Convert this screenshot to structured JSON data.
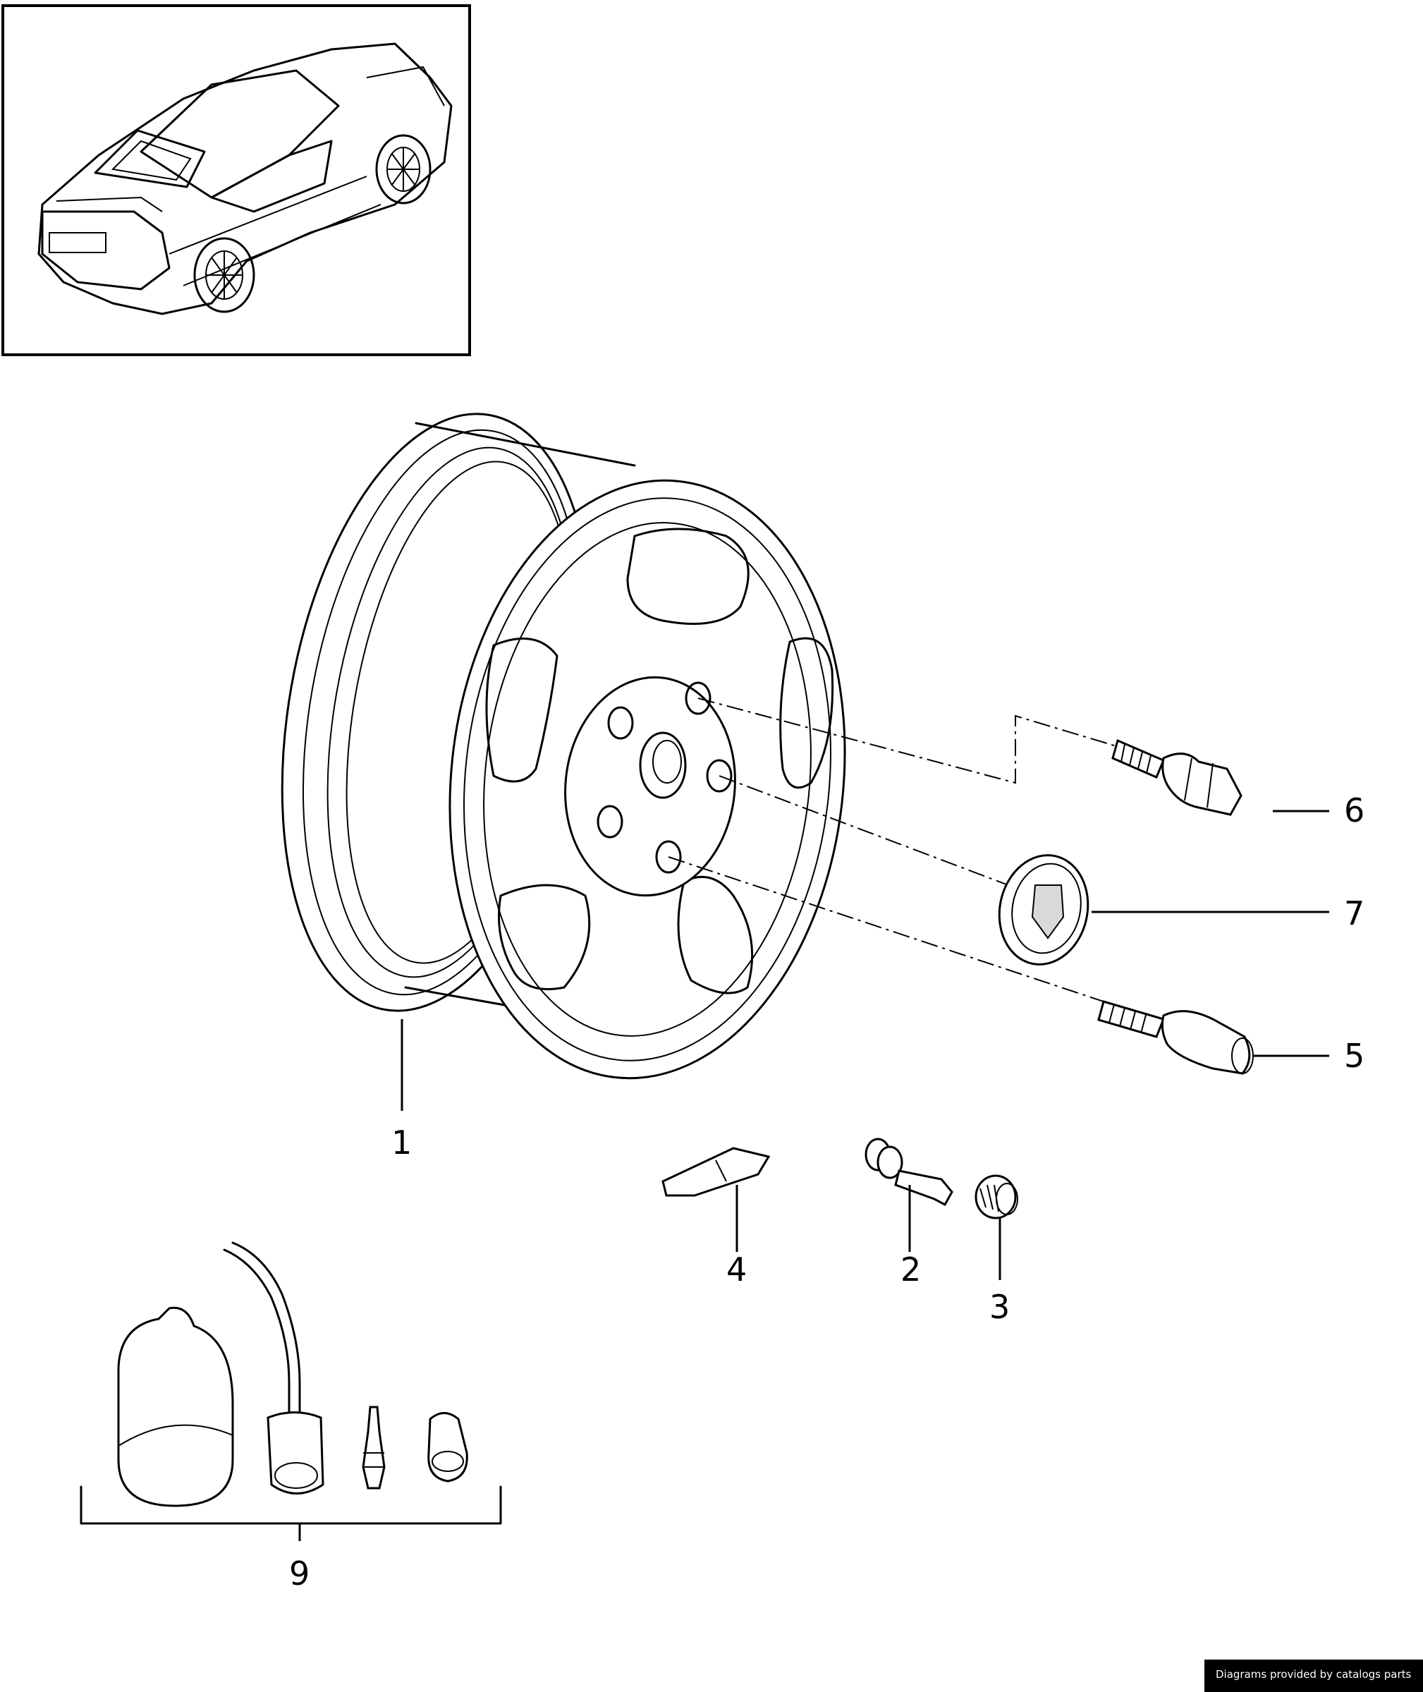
{
  "diagram": {
    "callouts": {
      "c1": "1",
      "c2": "2",
      "c3": "3",
      "c4": "4",
      "c5": "5",
      "c6": "6",
      "c7": "7",
      "c9": "9"
    }
  },
  "footer": {
    "credit": "Diagrams provided by catalogs parts"
  }
}
